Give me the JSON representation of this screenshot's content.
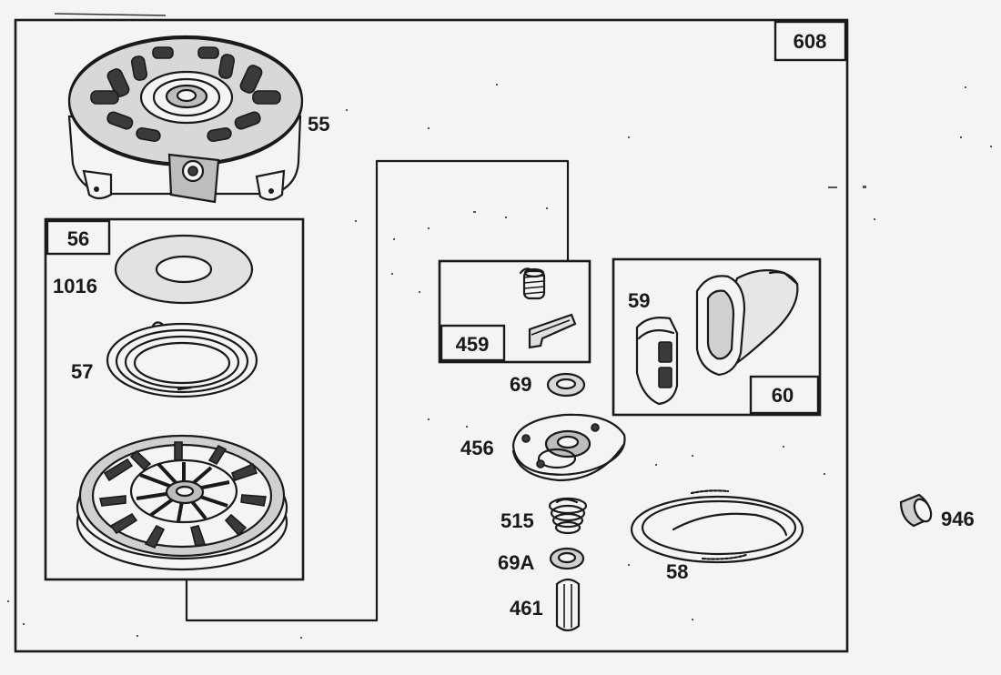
{
  "labels": {
    "outer_kit": "608",
    "housing": "55",
    "pulley_kit": "56",
    "washer_top": "1016",
    "rewind_spring": "57",
    "pawl_kit": "459",
    "washer": "69",
    "retainer": "456",
    "brake_spring": "515",
    "washer_a": "69A",
    "pin": "461",
    "handle_kit": "60",
    "handle_insert": "59",
    "rope": "58",
    "bushing": "946"
  }
}
